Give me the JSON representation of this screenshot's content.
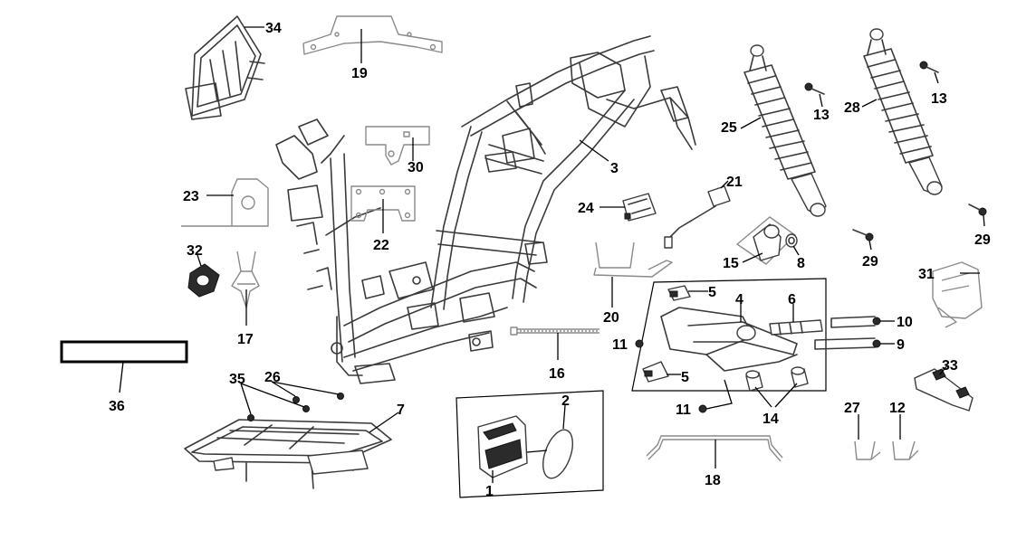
{
  "diagram": {
    "callouts": {
      "c34": "34",
      "c19": "19",
      "c13a": "13",
      "c13b": "13",
      "c25": "25",
      "c28": "28",
      "c3": "3",
      "c30": "30",
      "c23": "23",
      "c22": "22",
      "c24": "24",
      "c21": "21",
      "c32": "32",
      "c15": "15",
      "c8": "8",
      "c29a": "29",
      "c29b": "29",
      "c17": "17",
      "c5a": "5",
      "c4": "4",
      "c6": "6",
      "c10": "10",
      "c20": "20",
      "c31": "31",
      "c11a": "11",
      "c9": "9",
      "c16": "16",
      "c5b": "5",
      "c36": "36",
      "c35": "35",
      "c26": "26",
      "c7": "7",
      "c2": "2",
      "c11b": "11",
      "c14": "14",
      "c33": "33",
      "c27": "27",
      "c12": "12",
      "c18": "18",
      "c1": "1"
    }
  }
}
